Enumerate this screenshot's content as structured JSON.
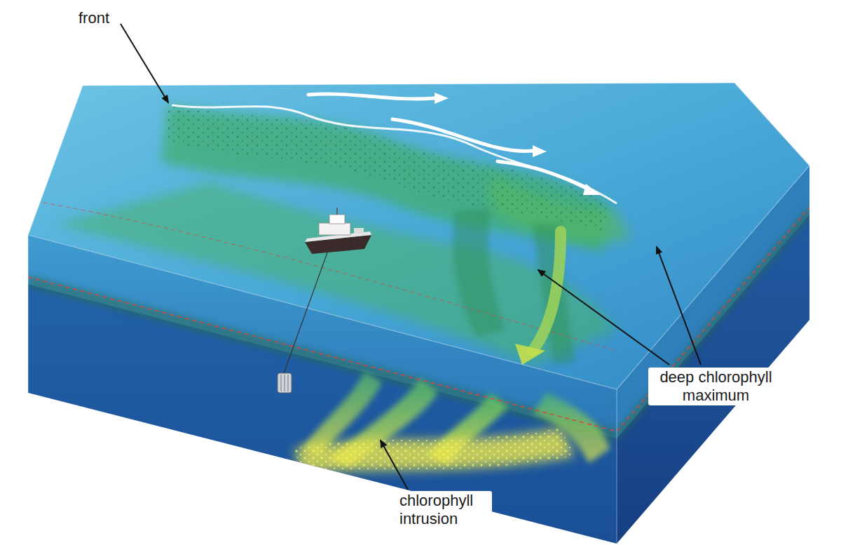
{
  "diagram": {
    "labels": [
      "front",
      "deep chlorophyll maximum",
      "chlorophyll intrusion"
    ]
  }
}
